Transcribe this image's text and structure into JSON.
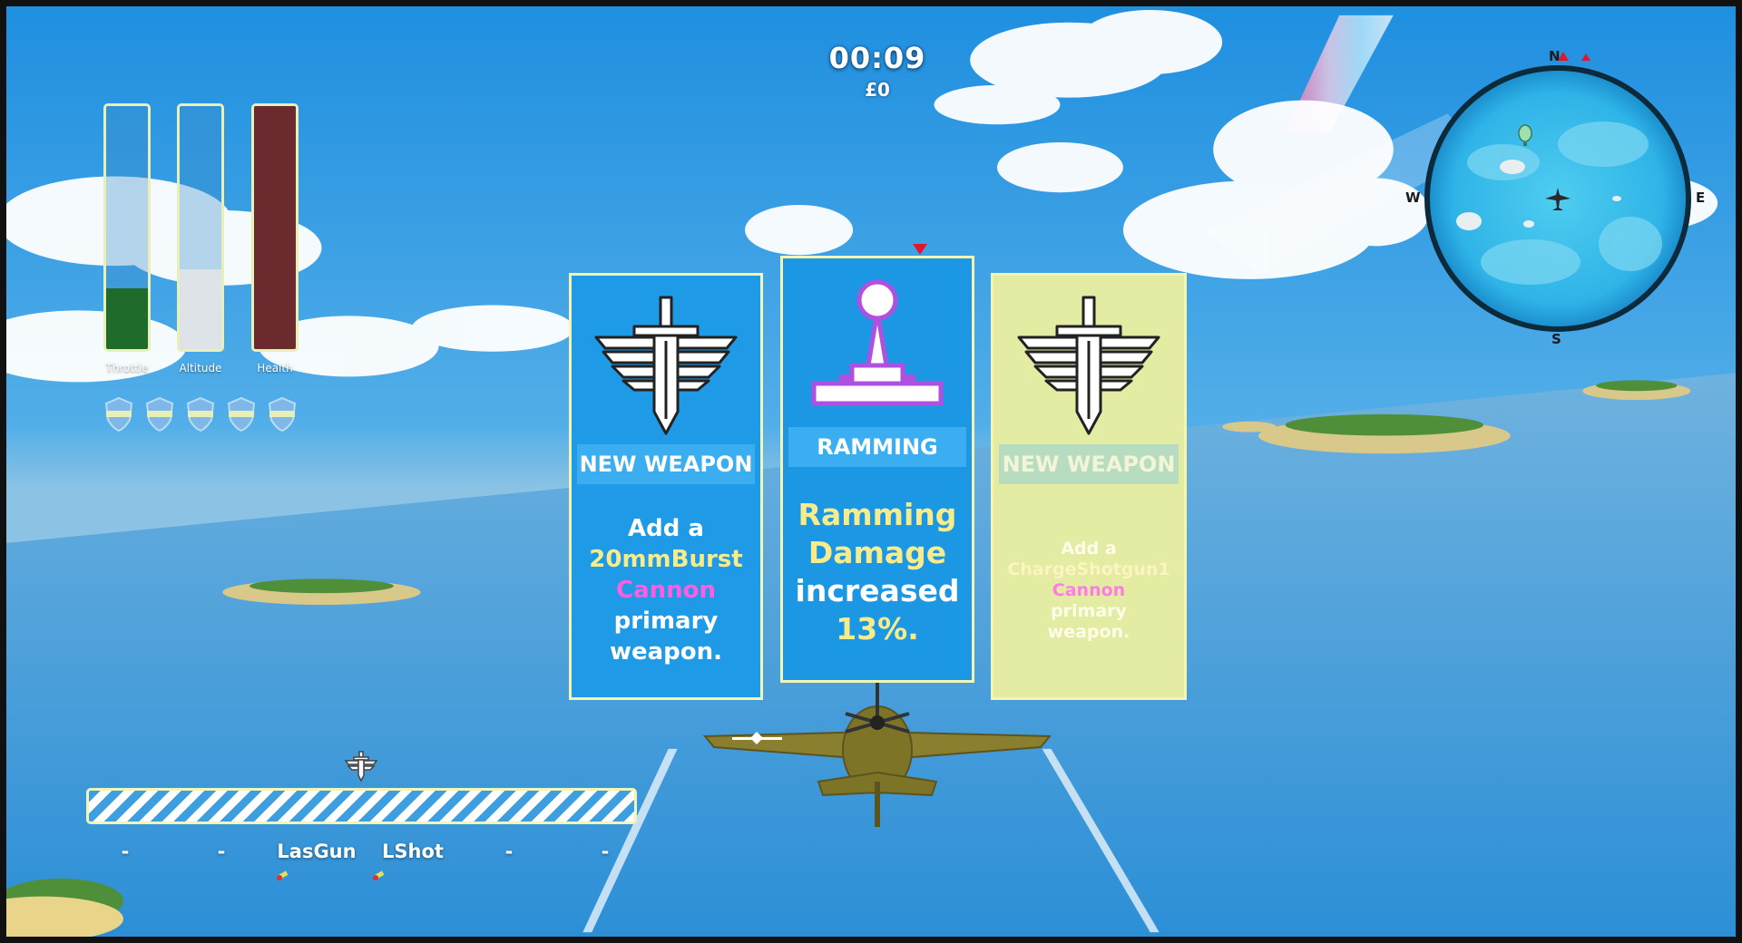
{
  "hud": {
    "timer": "00:09",
    "money": "£0",
    "gauges": [
      {
        "label": "Throttle",
        "level": 0.25,
        "fill": "#1e6b2c"
      },
      {
        "label": "Altitude",
        "level": 0.33,
        "fill": "#dde3e6"
      },
      {
        "label": "Health",
        "level": 1.0,
        "fill": "#6b2a2e"
      }
    ],
    "shield_pips": 5
  },
  "upgrades": [
    {
      "title": "NEW WEAPON",
      "line1": "Add a",
      "weapon": "20mmBurst",
      "type": "Cannon",
      "line3": "primary",
      "line4": "weapon."
    },
    {
      "title": "RAMMING",
      "line1": "Ramming",
      "line2": "Damage",
      "line3": "increased",
      "line4": "13%."
    },
    {
      "title": "NEW WEAPON",
      "line1": "Add a",
      "weapon": "ChargeShotgun1",
      "type": "Cannon",
      "line3": "primary",
      "line4": "weapon."
    }
  ],
  "weapon_slots": [
    "-",
    "-",
    "LasGun",
    "LShot",
    "-",
    "-"
  ],
  "minimap": {
    "north": "N",
    "south": "S",
    "east": "E",
    "west": "W"
  },
  "colors": {
    "accent": "#f3f5b0",
    "card_blue": "#1f9ae6",
    "card_highlight": "#e4eba2",
    "pink": "#ff5ee2",
    "gold": "#f7ec8c"
  }
}
